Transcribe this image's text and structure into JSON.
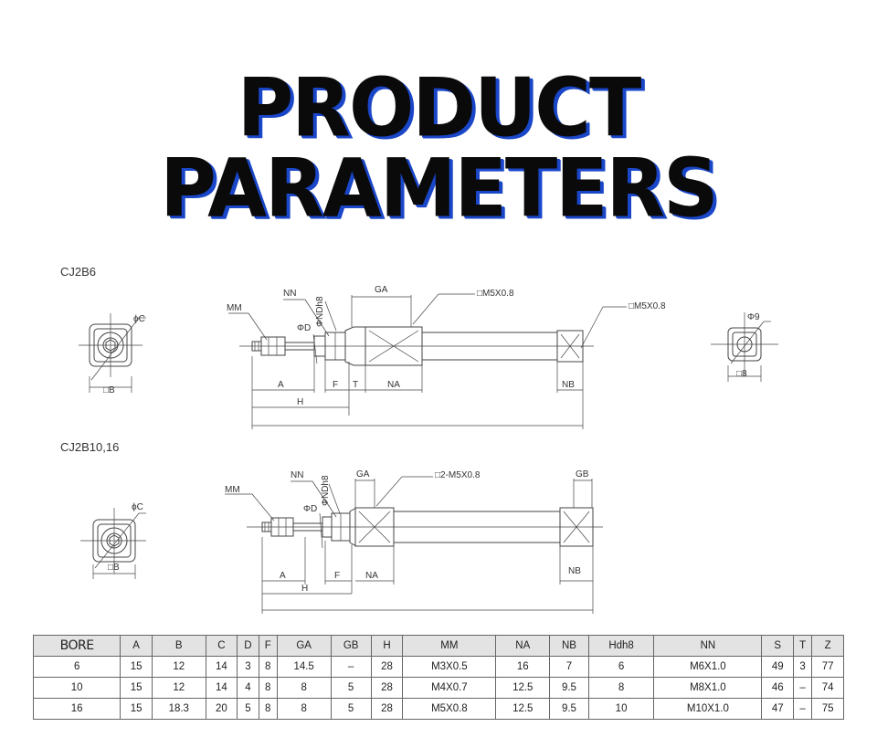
{
  "title": "PRODUCT PARAMETERS",
  "models": {
    "top": "CJ2B6",
    "bottom": "CJ2B10,16"
  },
  "labels": {
    "phiC": "ϕC",
    "sqB": "□B",
    "mm": "MM",
    "nn": "NN",
    "phiD": "ΦD",
    "phiND": "ΦNDh8",
    "ga": "GA",
    "gb": "GB",
    "port_top": "□M5X0.8",
    "port_rear": "□M5X0.8",
    "port_bottom": "□2-M5X0.8",
    "a": "A",
    "f": "F",
    "t": "T",
    "na": "NA",
    "nb": "NB",
    "h": "H",
    "phi9": "Φ9",
    "sq8": "□8"
  },
  "table": {
    "headers": [
      "BORE",
      "A",
      "B",
      "C",
      "D",
      "F",
      "GA",
      "GB",
      "H",
      "MM",
      "NA",
      "NB",
      "Hdh8",
      "NN",
      "S",
      "T",
      "Z"
    ],
    "rows": [
      [
        "6",
        "15",
        "12",
        "14",
        "3",
        "8",
        "14.5",
        "–",
        "28",
        "M3X0.5",
        "16",
        "7",
        "6",
        "M6X1.0",
        "49",
        "3",
        "77"
      ],
      [
        "10",
        "15",
        "12",
        "14",
        "4",
        "8",
        "8",
        "5",
        "28",
        "M4X0.7",
        "12.5",
        "9.5",
        "8",
        "M8X1.0",
        "46",
        "–",
        "74"
      ],
      [
        "16",
        "15",
        "18.3",
        "20",
        "5",
        "8",
        "8",
        "5",
        "28",
        "M5X0.8",
        "12.5",
        "9.5",
        "10",
        "M10X1.0",
        "47",
        "–",
        "75"
      ]
    ]
  }
}
